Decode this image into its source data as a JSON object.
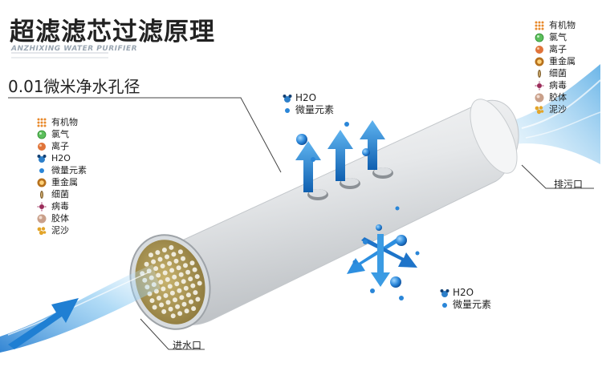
{
  "title": "超滤滤芯过滤原理",
  "subtitle": "ANZHIXING WATER PURIFIER",
  "pore_size_label": "0.01微米净水孔径",
  "left_legend": [
    {
      "icon": "organic-matter-icon",
      "label": "有机物"
    },
    {
      "icon": "chlorine-icon",
      "label": "氯气"
    },
    {
      "icon": "ion-icon",
      "label": "离子"
    },
    {
      "icon": "water-molecule-icon",
      "label": "H2O"
    },
    {
      "icon": "trace-element-icon",
      "label": "微量元素"
    },
    {
      "icon": "heavy-metal-icon",
      "label": "重金属"
    },
    {
      "icon": "bacteria-icon",
      "label": "细菌"
    },
    {
      "icon": "virus-icon",
      "label": "病毒"
    },
    {
      "icon": "colloid-icon",
      "label": "胶体"
    },
    {
      "icon": "sediment-icon",
      "label": "泥沙"
    }
  ],
  "right_legend": [
    {
      "icon": "organic-matter-icon",
      "label": "有机物"
    },
    {
      "icon": "chlorine-icon",
      "label": "氯气"
    },
    {
      "icon": "ion-icon",
      "label": "离子"
    },
    {
      "icon": "heavy-metal-icon",
      "label": "重金属"
    },
    {
      "icon": "bacteria-icon",
      "label": "细菌"
    },
    {
      "icon": "virus-icon",
      "label": "病毒"
    },
    {
      "icon": "colloid-icon",
      "label": "胶体"
    },
    {
      "icon": "sediment-icon",
      "label": "泥沙"
    }
  ],
  "top_output": {
    "molecule": "H2O",
    "element": "微量元素"
  },
  "bottom_output": {
    "molecule": "H2O",
    "element": "微量元素"
  },
  "inlet_label": "进水口",
  "outlet_label": "排污口",
  "colors": {
    "arrow": "#1f7fd3",
    "water": "#4fa9e6",
    "cartridge": "#e9ebed"
  }
}
